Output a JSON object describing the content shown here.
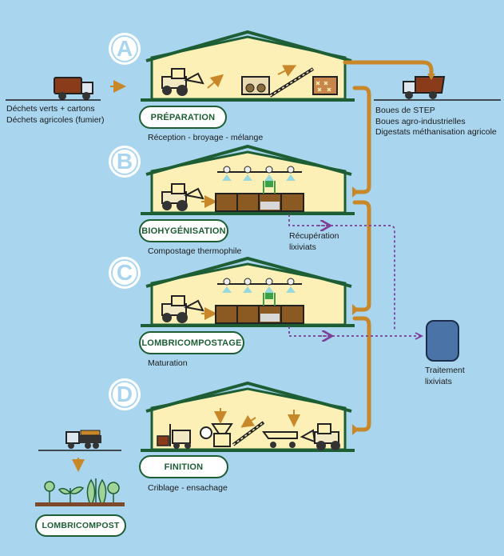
{
  "steps": [
    {
      "letter": "A",
      "pill": "PRÉPARATION",
      "caption": "Réception - broyage - mélange"
    },
    {
      "letter": "B",
      "pill": "BIOHYGÉNISATION",
      "caption": "Compostage thermophile"
    },
    {
      "letter": "C",
      "pill": "LOMBRICOMPOSTAGE",
      "caption": "Maturation"
    },
    {
      "letter": "D",
      "pill": "FINITION",
      "caption": "Criblage - ensachage"
    }
  ],
  "inputs_left": {
    "line1": "Déchets verts + cartons",
    "line2": "Déchets agricoles (fumier)"
  },
  "inputs_right": {
    "line1": "Boues de STEP",
    "line2": "Boues agro-industrielles",
    "line3": "Digestats méthanisation agricole"
  },
  "leachate": {
    "recovery_line1": "Récupération",
    "recovery_line2": "lixiviats",
    "treatment_line1": "Traitement",
    "treatment_line2": "lixiviats"
  },
  "product": {
    "label": "LOMBRICOMPOST"
  },
  "colors": {
    "background": "#a9d5ee",
    "barn_fill": "#fdf0b6",
    "barn_outline": "#1d5e34",
    "flow_arrow": "#c8882a",
    "leachate_line": "#7d3f98",
    "tank": "#4a74a8",
    "truck": "#8a3b1a"
  },
  "icons": [
    "truck-icon",
    "tractor-icon",
    "shredder-icon",
    "conveyor-icon",
    "sprinkler-icon",
    "compost-bin-icon",
    "forklift-icon",
    "sieve-icon",
    "tank-icon",
    "plant-icon"
  ]
}
